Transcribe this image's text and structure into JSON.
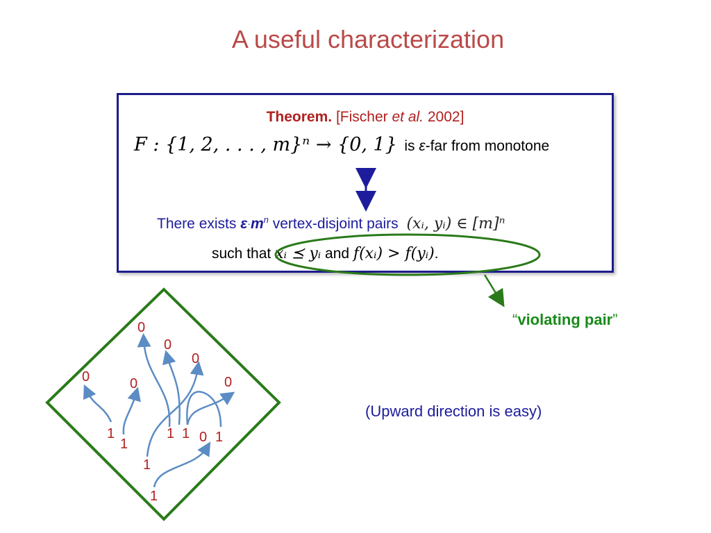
{
  "slide": {
    "title": "A useful characterization"
  },
  "theorem": {
    "label": "Theorem.",
    "citation_open": "[Fischer ",
    "citation_etal": "et al.",
    "citation_close": " 2002]",
    "function_formula": "F : {1, 2, . . . , m}ⁿ → {0, 1}",
    "far_text_pre": "is ",
    "far_epsilon": "ε",
    "far_text_post": "-far from monotone",
    "exists_pre": "There exists ",
    "exists_epsilon": "ε",
    "exists_dot": "·",
    "exists_m": "m",
    "exists_n": "n",
    "exists_post": " vertex-disjoint pairs",
    "pairs_formula": "(xᵢ, yᵢ) ∈ [m]ⁿ",
    "such_that": "such that",
    "order_formula": "xᵢ ⪯ yᵢ",
    "and_text": "and",
    "value_formula": "f(xᵢ) > f(yᵢ)",
    "period": "."
  },
  "annotations": {
    "violating_pair_open": "“",
    "violating_pair": "violating pair",
    "violating_pair_close": "”",
    "upward_note": "(Upward direction is easy)"
  },
  "diagram": {
    "labels_top": [
      "0",
      "0",
      "0",
      "0",
      "0",
      "0"
    ],
    "labels_bottom": [
      "1",
      "1",
      "1",
      "1",
      "0",
      "1",
      "1",
      "1"
    ]
  },
  "colors": {
    "title": "#b94a48",
    "box_border": "#1c1c8c",
    "arrow_blue": "#1c1c9c",
    "green": "#2a7a1a",
    "curve": "#5b8cc4",
    "label_red": "#b02020"
  }
}
